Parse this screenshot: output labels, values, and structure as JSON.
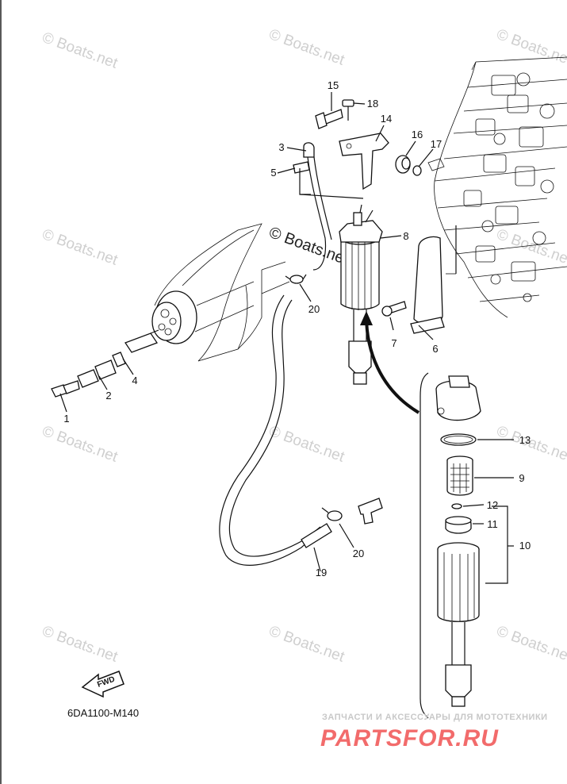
{
  "watermarks": {
    "site": "© Boats.net",
    "main": "© Boats.net"
  },
  "parts": [
    {
      "id": "1",
      "label": "1"
    },
    {
      "id": "2",
      "label": "2"
    },
    {
      "id": "3",
      "label": "3"
    },
    {
      "id": "4",
      "label": "4"
    },
    {
      "id": "5",
      "label": "5"
    },
    {
      "id": "6",
      "label": "6"
    },
    {
      "id": "7",
      "label": "7"
    },
    {
      "id": "8",
      "label": "8"
    },
    {
      "id": "9",
      "label": "9"
    },
    {
      "id": "10",
      "label": "10"
    },
    {
      "id": "11",
      "label": "11"
    },
    {
      "id": "12",
      "label": "12"
    },
    {
      "id": "13",
      "label": "13"
    },
    {
      "id": "14",
      "label": "14"
    },
    {
      "id": "15",
      "label": "15"
    },
    {
      "id": "16",
      "label": "16"
    },
    {
      "id": "17",
      "label": "17"
    },
    {
      "id": "18",
      "label": "18"
    },
    {
      "id": "19",
      "label": "19"
    },
    {
      "id": "20a",
      "label": "20"
    },
    {
      "id": "20b",
      "label": "20"
    }
  ],
  "fwd_label": "FWD",
  "diagram_code": "6DA1100-M140",
  "brand": {
    "subtitle": "ЗАПЧАСТИ И АКСЕССУАРЫ ДЛЯ МОТОТЕХНИКИ",
    "name": "PARTSFOR.RU"
  }
}
